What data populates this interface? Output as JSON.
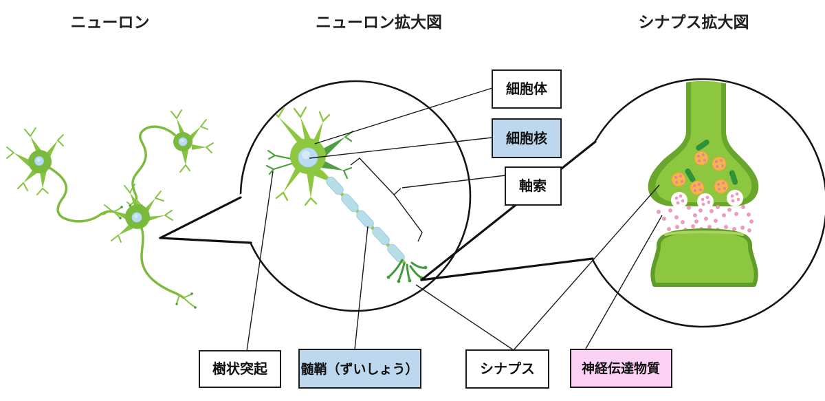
{
  "titles": {
    "left": "ニューロン",
    "middle": "ニューロン拡大図",
    "right": "シナプス拡大図"
  },
  "labels": {
    "cell_body": "細胞体",
    "nucleus": "細胞核",
    "axon": "軸索",
    "dendrite": "樹状突起",
    "myelin": "髄鞘（ずいしょう）",
    "synapse": "シナプス",
    "neurotransmitter": "神経伝達物質"
  },
  "palette": {
    "neuron_green": "#8dc63f",
    "neuron_green_dark": "#4ea041",
    "nucleus_blue": "#b9dcf2",
    "myelin_blue": "#b7dde9",
    "axon_green": "#9fc83d",
    "terminal_green": "#3f9b3a",
    "synapse_outline_green": "#69a72c",
    "vesicle_orange": "#f3b54b",
    "mitochondria_green": "#2f9138",
    "transmitter_pink": "#ee9cbd",
    "box_white": "#ffffff",
    "box_blue": "#bdd7ee",
    "box_pink": "#fbd1f5",
    "line_black": "#1a1a1a"
  }
}
